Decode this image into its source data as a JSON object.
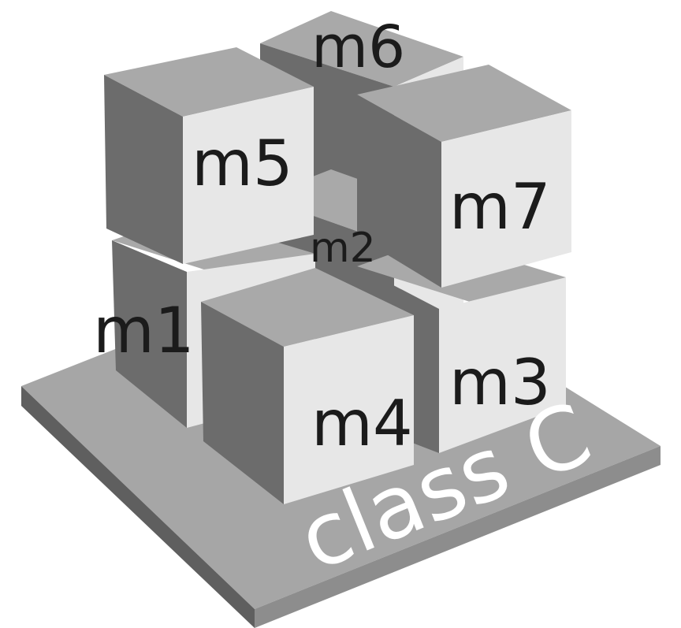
{
  "base_label": "class C",
  "cubes": {
    "m1": "m1",
    "m2": "m2",
    "m3": "m3",
    "m4": "m4",
    "m5": "m5",
    "m6": "m6",
    "m7": "m7"
  },
  "colors": {
    "top": "#a9a9a9",
    "left_face": "#6c6c6c",
    "front_face": "#e7e7e7",
    "base_top": "#a6a6a6",
    "base_side": "#5f5f5f",
    "label_text": "#1b1b1b",
    "base_text": "#ffffff"
  }
}
